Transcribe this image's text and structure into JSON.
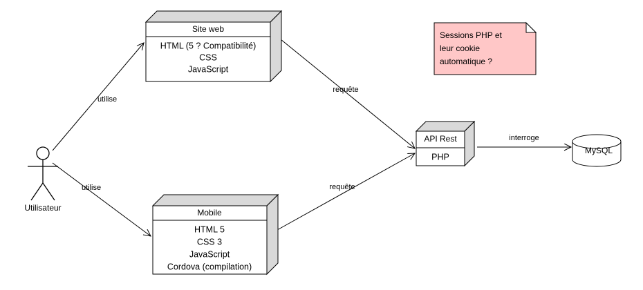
{
  "diagram": {
    "type": "uml-deployment-diagram",
    "background_color": "#ffffff",
    "line_color": "#000000"
  },
  "actor": {
    "name": "actor-utilisateur",
    "label": "Utilisateur"
  },
  "nodes": [
    {
      "id": "site-web",
      "title": "Site web",
      "body_lines": [
        "HTML (5 ? Compatibilité)",
        "CSS",
        "JavaScript"
      ],
      "fill": "#ffffff",
      "top_fill": "#d9d9d9"
    },
    {
      "id": "mobile",
      "title": "Mobile",
      "body_lines": [
        "HTML 5",
        "CSS 3",
        "JavaScript",
        "Cordova (compilation)"
      ],
      "fill": "#ffffff",
      "top_fill": "#d9d9d9"
    },
    {
      "id": "api-rest",
      "title": "API Rest",
      "body_lines": [
        "PHP"
      ],
      "fill": "#ffffff",
      "top_fill": "#d9d9d9"
    }
  ],
  "database": {
    "id": "mysql",
    "label": "MySQL",
    "fill": "#ffffff"
  },
  "note": {
    "id": "note-sessions-php",
    "lines": [
      "Sessions PHP et",
      "leur cookie",
      "automatique ?"
    ],
    "fill": "#ffc7c7"
  },
  "edges": [
    {
      "id": "actor-to-site-web",
      "label": "utilise",
      "from": "actor-utilisateur",
      "to": "site-web"
    },
    {
      "id": "actor-to-mobile",
      "label": "utilise",
      "from": "actor-utilisateur",
      "to": "mobile"
    },
    {
      "id": "site-web-to-api",
      "label": "requête",
      "from": "site-web",
      "to": "api-rest"
    },
    {
      "id": "mobile-to-api",
      "label": "requête",
      "from": "mobile",
      "to": "api-rest"
    },
    {
      "id": "api-to-mysql",
      "label": "interroge",
      "from": "api-rest",
      "to": "mysql"
    }
  ]
}
